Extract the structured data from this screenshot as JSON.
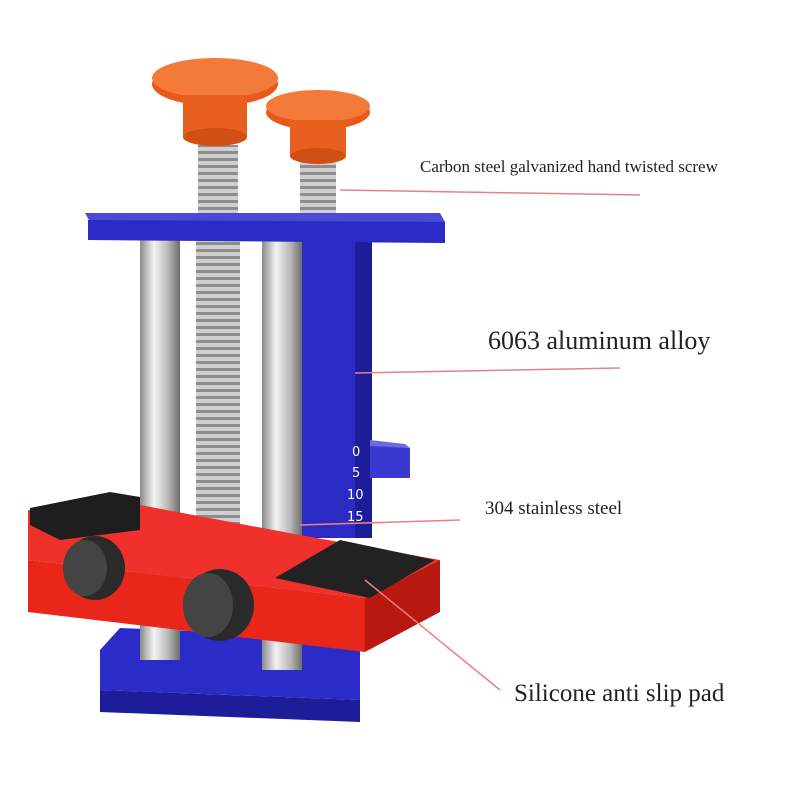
{
  "labels": {
    "screw": "Carbon steel galvanized hand twisted screw",
    "aluminum": "6063 aluminum alloy",
    "stainless": "304 stainless steel",
    "pad": "Silicone anti slip pad"
  },
  "scale_ticks": [
    "0",
    "5",
    "10",
    "15"
  ],
  "colors": {
    "frame_blue": "#2b2bc8",
    "clamp_red": "#e8261a",
    "knob_orange": "#f06a2a",
    "pad_black": "#1e1e1e",
    "leader_line": "#e88080"
  }
}
